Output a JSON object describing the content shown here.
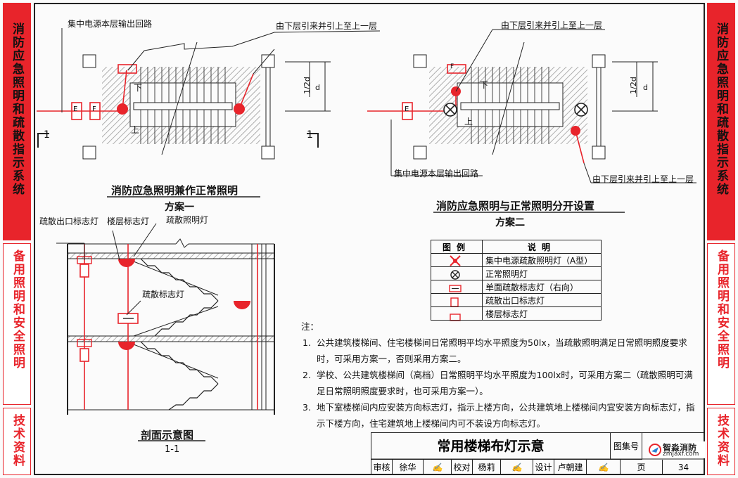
{
  "sidebar_left": {
    "top": "消防应急照明和疏散指示系统",
    "mid": "备用照明和安全照明",
    "bottom": "技术资料"
  },
  "sidebar_right": {
    "top": "消防应急照明和疏散指示系统",
    "mid": "备用照明和安全照明",
    "bottom": "技术资料"
  },
  "plan1": {
    "label_circuit": "集中电源本层输出回路",
    "label_riser": "由下层引来并引上至上一层",
    "section_mark": "1",
    "up": "上",
    "down": "下",
    "dim_small": "1/2d",
    "dim_d": "d",
    "sign_e": "E",
    "sign_f": "F",
    "caption": "消防应急照明兼作正常照明",
    "scheme": "方案一"
  },
  "plan2": {
    "label_riser_top": "由下层引来并引上至上一层",
    "label_circuit": "集中电源本层输出回路",
    "label_riser_bottom": "由下层引来并引上至上一层",
    "up": "上",
    "down": "下",
    "dim_small": "1/2d",
    "dim_d": "d",
    "sign_e": "E",
    "sign_f": "F",
    "caption": "消防应急照明与正常照明分开设置",
    "scheme": "方案二"
  },
  "section": {
    "label_exit": "疏散出口标志灯",
    "label_floor": "楼层标志灯",
    "label_evac_light": "疏散照明灯",
    "label_evac_sign": "疏散标志灯",
    "caption": "剖面示意图",
    "caption_sub": "1-1"
  },
  "legend": {
    "header_symbol": "图例",
    "header_desc": "说明",
    "rows": [
      {
        "icon": "central-evacuation-light-icon",
        "desc": "集中电源疏散照明灯（A型）"
      },
      {
        "icon": "normal-light-icon",
        "desc": "正常照明灯"
      },
      {
        "icon": "single-direction-sign-icon",
        "desc": "单面疏散标志灯（右向）"
      },
      {
        "icon": "exit-sign-icon",
        "desc": "疏散出口标志灯"
      },
      {
        "icon": "floor-sign-icon",
        "desc": "楼层标志灯"
      }
    ]
  },
  "notes": {
    "label": "注：",
    "items": [
      {
        "num": "1.",
        "text": "公共建筑楼梯间、住宅楼梯间日常照明平均水平照度为50lx，当疏散照明满足日常照明照度要求时，可采用方案一，否则采用方案二。"
      },
      {
        "num": "2.",
        "text": "学校、公共建筑楼梯间（高档）日常照明平均水平照度为100lx时，可采用方案二（疏散照明可满足日常照明照度要求时，也可采用方案一）。"
      },
      {
        "num": "3.",
        "text": "地下室楼梯间内应安装方向标志灯，指示上楼方向，公共建筑地上楼梯间内宜安装方向标志灯，指示下楼方向，住宅建筑地上楼梯间内可不装设方向标志灯。"
      }
    ]
  },
  "titleblock": {
    "title": "常用楼梯布灯示意",
    "atlas_label": "图集号",
    "review_label": "审核",
    "reviewer": "徐华",
    "check_label": "校对",
    "checker": "杨莉",
    "design_label": "设计",
    "designer": "卢朝建",
    "page_label": "页",
    "page_num": "34"
  },
  "watermark": {
    "brand": "智淼消防",
    "url": "zmjaxf.com"
  },
  "colors": {
    "red": "#e8242b",
    "hatch": "#9a9a9a",
    "line": "#222222"
  }
}
